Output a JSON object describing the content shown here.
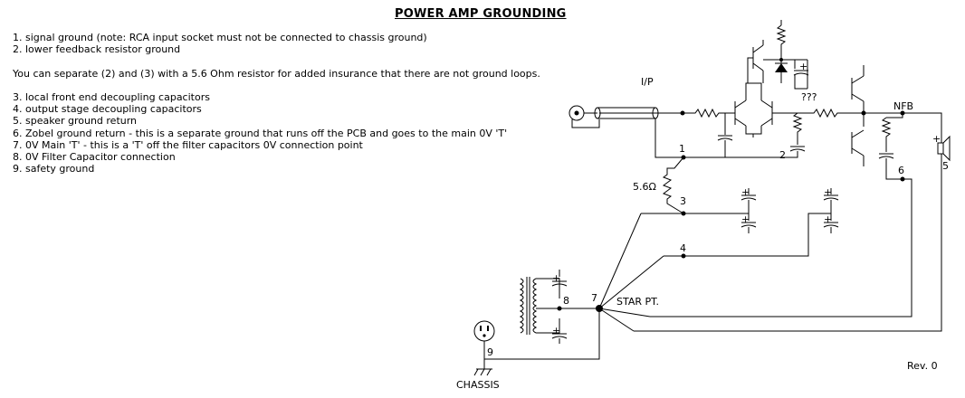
{
  "title": "POWER AMP GROUNDING",
  "notes": [
    "1. signal ground (note: RCA input socket must not be connected to chassis ground)",
    "2. lower feedback resistor ground",
    "",
    "You can separate (2) and (3) with a 5.6 Ohm resistor for added insurance that there are not ground loops.",
    "",
    "3. local front end decoupling capacitors",
    "4. output stage decoupling capacitors",
    "5. speaker ground return",
    "6. Zobel ground return - this is a separate ground that runs off the PCB and goes to the main 0V 'T'",
    "7. 0V Main 'T' - this is a 'T' off the filter capacitors 0V connection point",
    "8. 0V Filter Capacitor connection",
    "9. safety ground"
  ],
  "labels": {
    "input": "I/P",
    "unknown": "???",
    "feedback": "NFB",
    "resistor": "5.6Ω",
    "star": "STAR PT.",
    "chassis": "CHASSIS",
    "rev": "Rev. 0"
  },
  "nodes": [
    "1",
    "2",
    "3",
    "4",
    "5",
    "6",
    "7",
    "8",
    "9"
  ],
  "plus": "+"
}
